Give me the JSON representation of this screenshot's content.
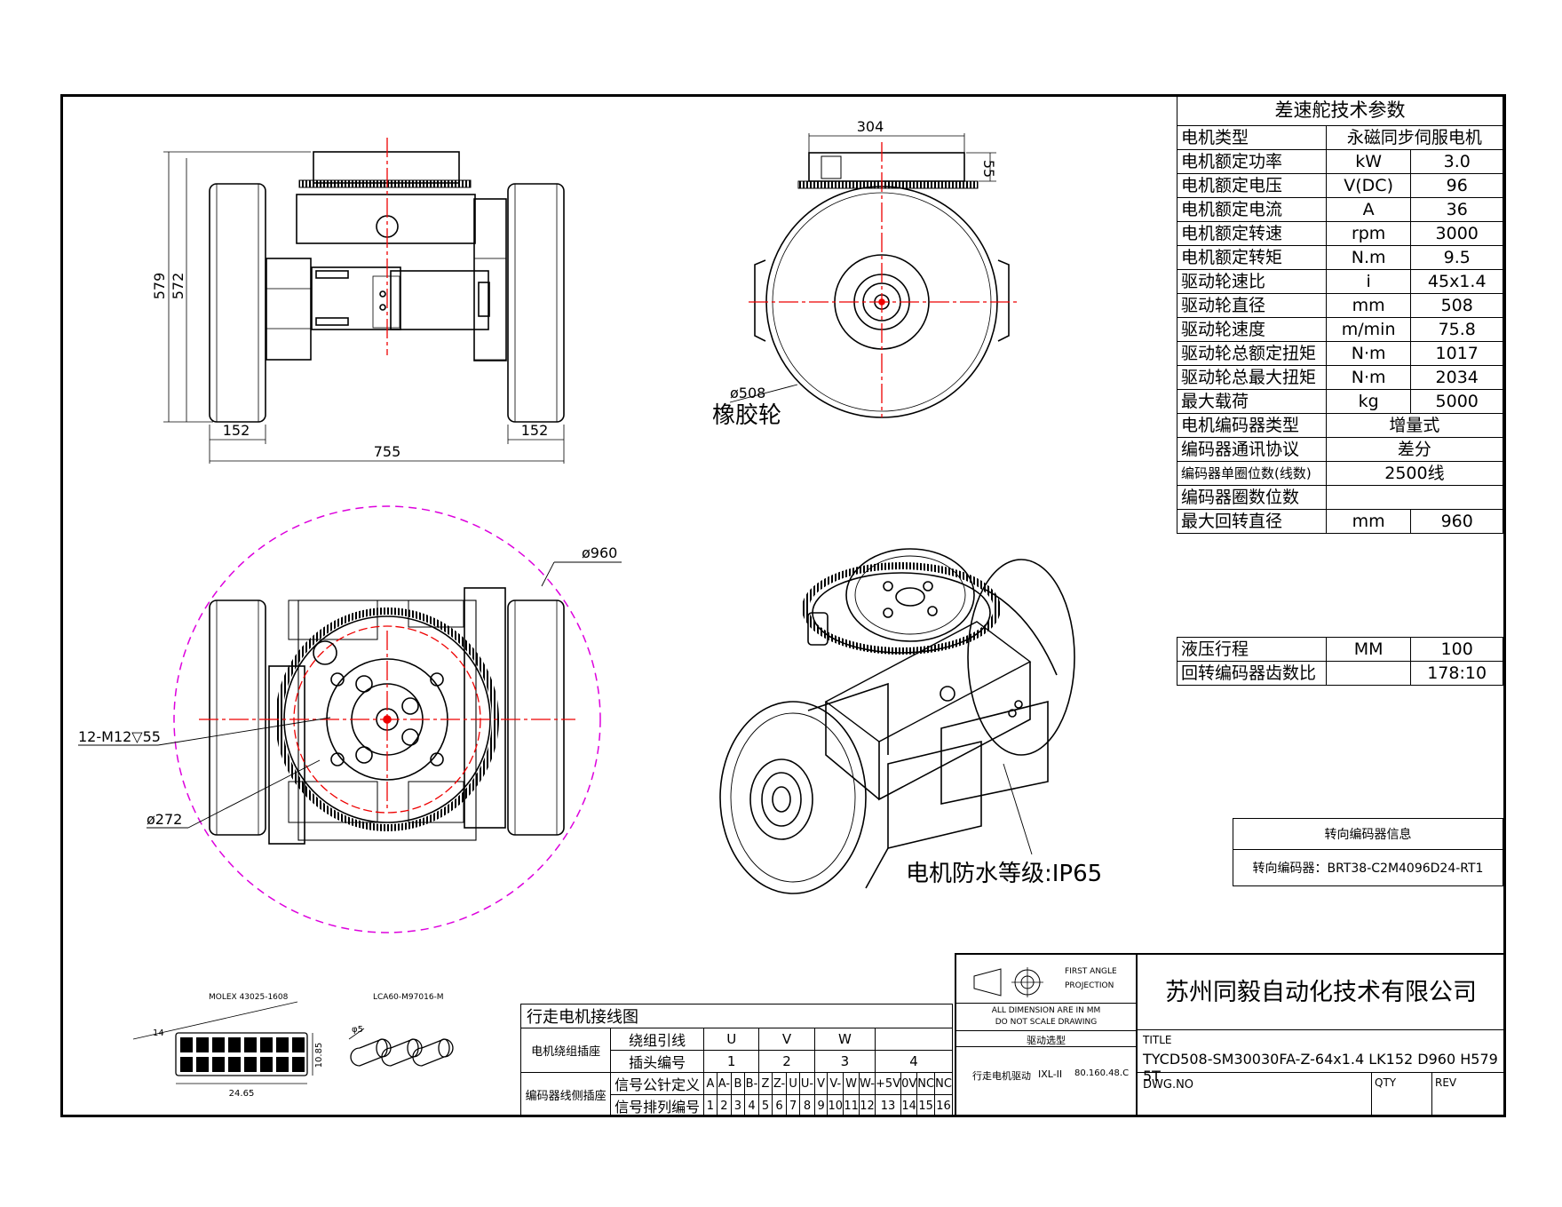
{
  "dims": {
    "d304": "304",
    "d55": "55",
    "d579": "579",
    "d572": "572",
    "d152a": "152",
    "d152b": "152",
    "d755": "755",
    "d508": "ø508",
    "rubber": "橡胶轮",
    "d960": "ø960",
    "bolt": "12-M12▽55",
    "d272": "ø272",
    "ip65": "电机防水等级:IP65"
  },
  "spec": {
    "title": "差速舵技术参数",
    "rows": [
      {
        "name": "电机类型",
        "unit": "",
        "value": "永磁同步伺服电机"
      },
      {
        "name": "电机额定功率",
        "unit": "kW",
        "value": "3.0"
      },
      {
        "name": "电机额定电压",
        "unit": "V(DC)",
        "value": "96"
      },
      {
        "name": "电机额定电流",
        "unit": "A",
        "value": "36"
      },
      {
        "name": "电机额定转速",
        "unit": "rpm",
        "value": "3000"
      },
      {
        "name": "电机额定转矩",
        "unit": "N.m",
        "value": "9.5"
      },
      {
        "name": "驱动轮速比",
        "unit": "i",
        "value": "45x1.4"
      },
      {
        "name": "驱动轮直径",
        "unit": "mm",
        "value": "508"
      },
      {
        "name": "驱动轮速度",
        "unit": "m/min",
        "value": "75.8"
      },
      {
        "name": "驱动轮总额定扭矩",
        "unit": "N·m",
        "value": "1017"
      },
      {
        "name": "驱动轮总最大扭矩",
        "unit": "N·m",
        "value": "2034"
      },
      {
        "name": "最大载荷",
        "unit": "kg",
        "value": "5000"
      },
      {
        "name": "电机编码器类型",
        "unit": "",
        "value": "增量式"
      },
      {
        "name": "编码器通讯协议",
        "unit": "",
        "value": "差分"
      },
      {
        "name": "编码器单圈位数(线数)",
        "unit": "",
        "value": "2500线"
      },
      {
        "name": "编码器圈数位数",
        "unit": "",
        "value": ""
      },
      {
        "name": "最大回转直径",
        "unit": "mm",
        "value": "960"
      }
    ]
  },
  "hydraulic": [
    {
      "name": "液压行程",
      "unit": "MM",
      "value": "100"
    },
    {
      "name": "回转编码器齿数比",
      "unit": "",
      "value": "178:10"
    }
  ],
  "encoder_info": {
    "title": "转向编码器信息",
    "value": "转向编码器：BRT38-C2M4096D24-RT1"
  },
  "wiring": {
    "title": "行走电机接线图",
    "motor_seat": "电机绕组插座",
    "winding_lead": "绕组引线",
    "plug_no": "插头编号",
    "encoder_seat": "编码器线侧插座",
    "signal_def": "信号公针定义",
    "signal_order": "信号排列编号",
    "leads": [
      "U",
      "V",
      "W",
      ""
    ],
    "plugs": [
      "1",
      "2",
      "3",
      "4"
    ],
    "signals": [
      "A",
      "A-",
      "B",
      "B-",
      "Z",
      "Z-",
      "U",
      "U-",
      "V",
      "V-",
      "W",
      "W-",
      "+5V",
      "0V",
      "NC",
      "NC"
    ],
    "orders": [
      "1",
      "2",
      "3",
      "4",
      "5",
      "6",
      "7",
      "8",
      "9",
      "10",
      "11",
      "12",
      "13",
      "14",
      "15",
      "16"
    ]
  },
  "connectors": {
    "molex": "MOLEX 43025-1608",
    "lca": "LCA60-M97016-M",
    "w14": "14",
    "h1085": "10.85",
    "w2465": "24.65",
    "phi": "φ5"
  },
  "title_block": {
    "projection1": "FIRST ANGLE",
    "projection2": "PROJECTION",
    "note1": "ALL DIMENSION ARE IN MM",
    "note2": "DO NOT SCALE DRAWING",
    "select": "驱动选型",
    "drive_label": "行走电机驱动",
    "drive_model": "IXL-II",
    "drive_code": "80.160.48.C",
    "company": "苏州同毅自动化技术有限公司",
    "title_label": "TITLE",
    "title_value": "TYCD508-SM30030FA-Z-64x1.4 LK152 D960 H579 5T",
    "dwg": "DWG.NO",
    "qty": "QTY",
    "rev": "REV"
  }
}
